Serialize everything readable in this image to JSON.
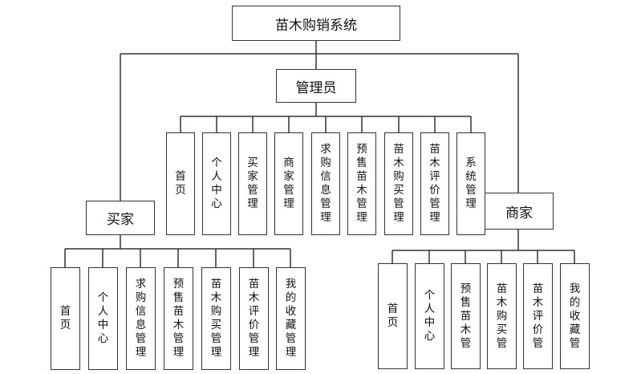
{
  "root": {
    "label": "苗木购销系统"
  },
  "admin": {
    "label": "管理员",
    "children": [
      "首页",
      "个人中心",
      "买家管理",
      "商家管理",
      "求购信息管理",
      "预售苗木管理",
      "苗木购买管理",
      "苗木评价管理",
      "系统管理"
    ]
  },
  "buyer": {
    "label": "买家",
    "children": [
      "首页",
      "个人中心",
      "求购信息管理",
      "预售苗木管理",
      "苗木购买管理",
      "苗木评价管理",
      "我的收藏管理"
    ]
  },
  "seller": {
    "label": "商家",
    "children": [
      "首页",
      "个人中心",
      "预售苗木管",
      "苗木购买管",
      "苗木评价管",
      "我的收藏管"
    ]
  },
  "colors": {
    "line": "#333333",
    "box_border": "#333333"
  }
}
